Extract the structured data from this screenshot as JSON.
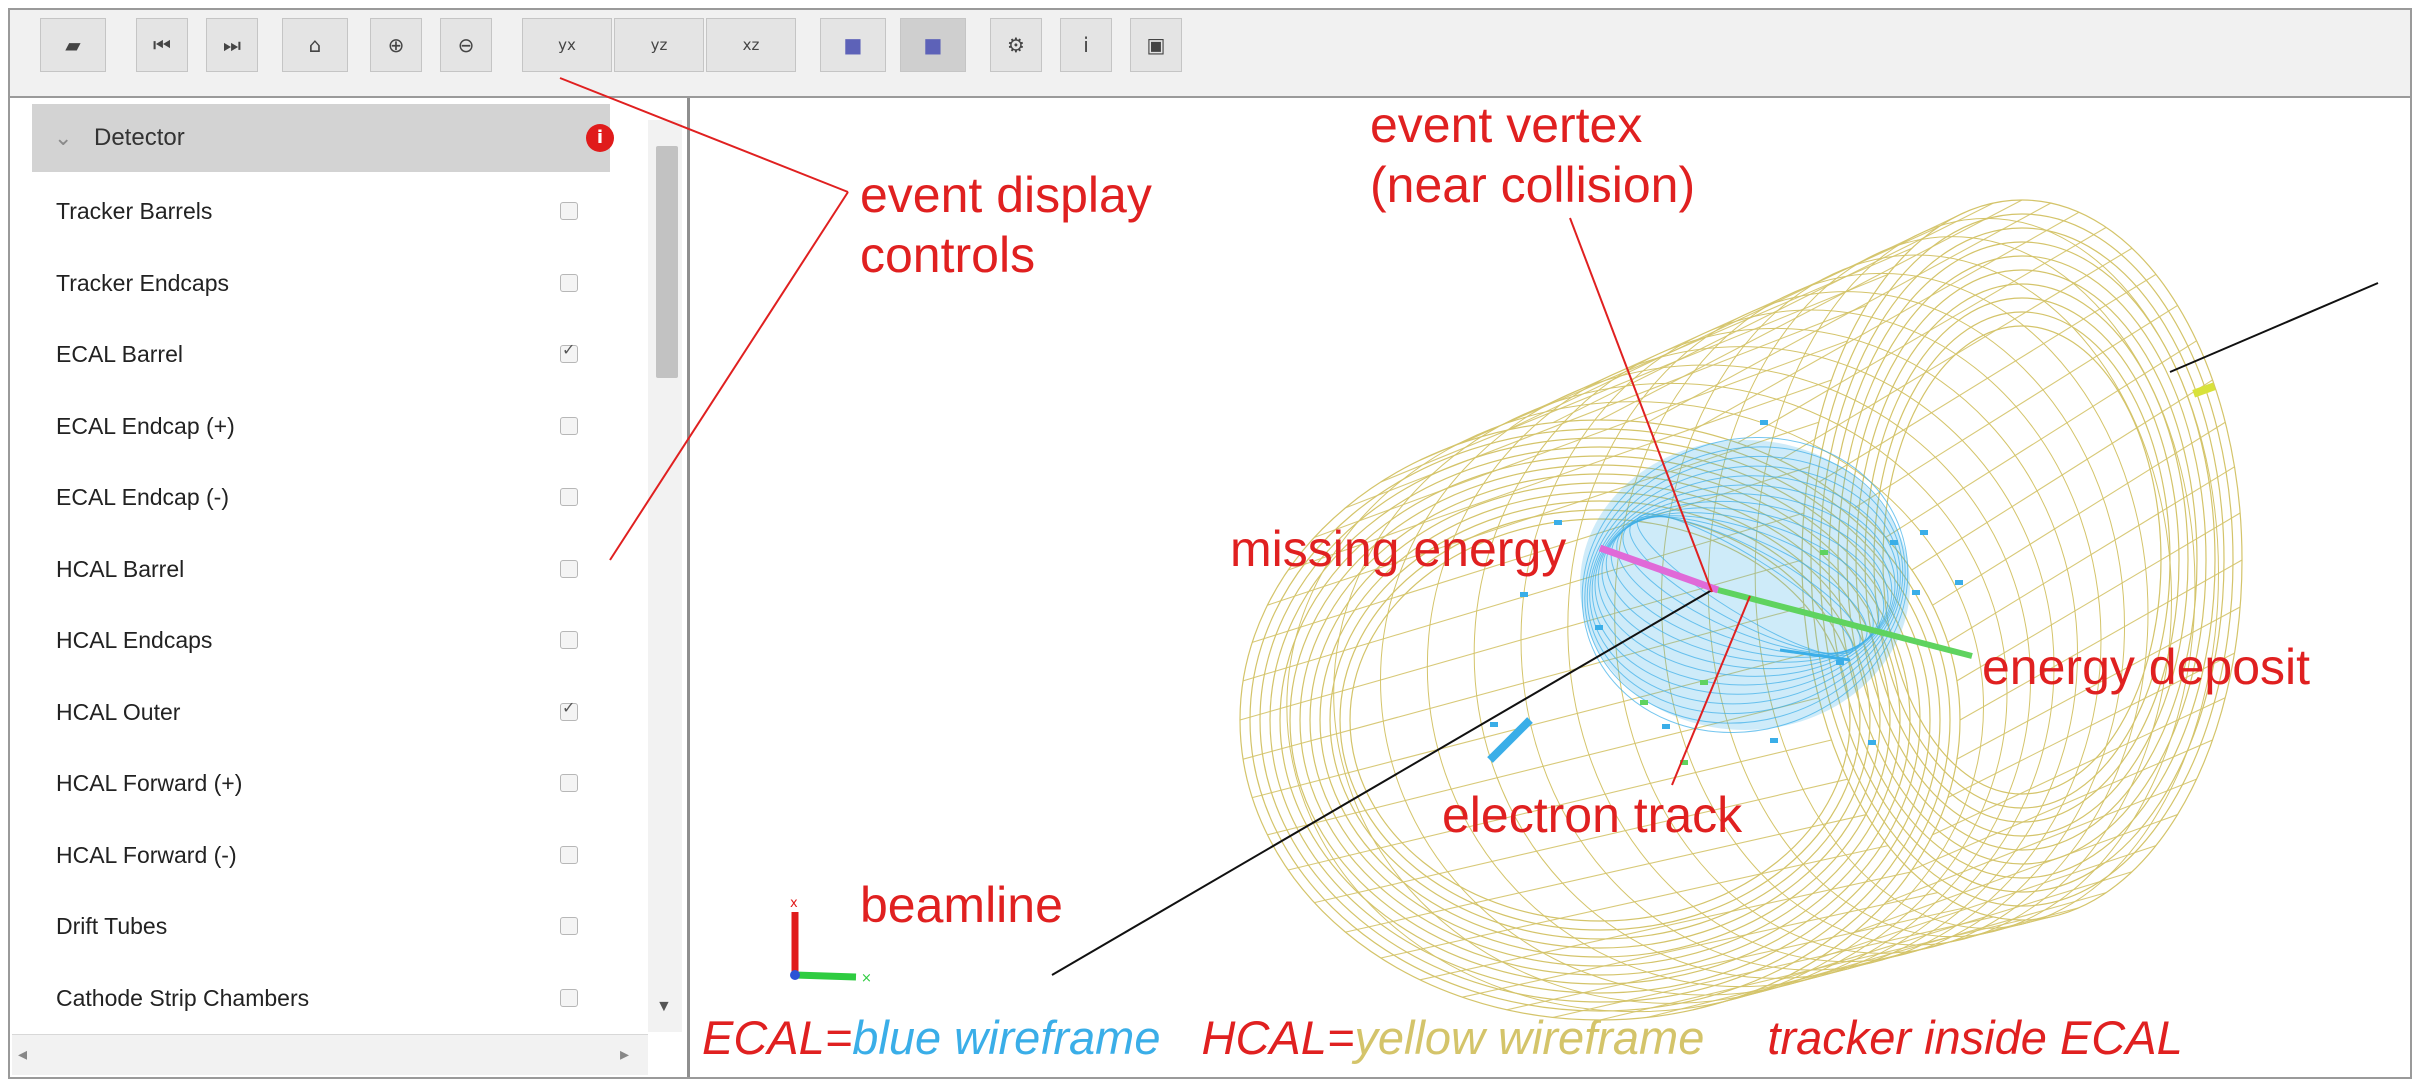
{
  "colors": {
    "annotation": "#e02020",
    "ecal": "#3aaee8",
    "hcal": "#d4c46a",
    "tracks": "#5fd35f",
    "missing_energy": "#e06ad8",
    "warning": "#e01b1b"
  },
  "toolbar": {
    "buttons": [
      {
        "name": "open-file-button",
        "icon": "folder-open-icon",
        "glyph": "▰"
      },
      {
        "name": "previous-event-button",
        "icon": "step-backward-icon",
        "glyph": "⏮"
      },
      {
        "name": "next-event-button",
        "icon": "step-forward-icon",
        "glyph": "⏭"
      },
      {
        "name": "home-view-button",
        "icon": "home-icon",
        "glyph": "⌂"
      },
      {
        "name": "zoom-in-button",
        "icon": "zoom-in-icon",
        "glyph": "⊕"
      },
      {
        "name": "zoom-out-button",
        "icon": "zoom-out-icon",
        "glyph": "⊖"
      },
      {
        "name": "view-3d-axes-button",
        "icon": "axes-3d-icon",
        "glyph": "yx"
      },
      {
        "name": "view-rz-button",
        "icon": "axes-rz-icon",
        "glyph": "yz"
      },
      {
        "name": "view-rphi-button",
        "icon": "axes-rphi-icon",
        "glyph": "xz"
      },
      {
        "name": "perspective-button",
        "icon": "perspective-cube-icon",
        "glyph": "■"
      },
      {
        "name": "orthographic-button",
        "icon": "orthographic-cube-icon",
        "glyph": "■"
      },
      {
        "name": "settings-button",
        "icon": "gear-icon",
        "glyph": "⚙"
      },
      {
        "name": "info-button",
        "icon": "info-icon",
        "glyph": "i"
      },
      {
        "name": "export-image-button",
        "icon": "image-export-icon",
        "glyph": "▣"
      }
    ]
  },
  "sidebar": {
    "header": {
      "label": "Detector",
      "badge": "i"
    },
    "items": [
      {
        "label": "Tracker Barrels",
        "checked": false
      },
      {
        "label": "Tracker Endcaps",
        "checked": false
      },
      {
        "label": "ECAL Barrel",
        "checked": true
      },
      {
        "label": "ECAL Endcap (+)",
        "checked": false
      },
      {
        "label": "ECAL Endcap (-)",
        "checked": false
      },
      {
        "label": "HCAL Barrel",
        "checked": false
      },
      {
        "label": "HCAL Endcaps",
        "checked": false
      },
      {
        "label": "HCAL Outer",
        "checked": true
      },
      {
        "label": "HCAL Forward (+)",
        "checked": false
      },
      {
        "label": "HCAL Forward (-)",
        "checked": false
      },
      {
        "label": "Drift Tubes",
        "checked": false
      },
      {
        "label": "Cathode Strip Chambers",
        "checked": false
      }
    ]
  },
  "annotations": {
    "controls_line1": "event display",
    "controls_line2": "controls",
    "vertex_line1": "event vertex",
    "vertex_line2": "(near collision)",
    "missing_energy": "missing energy",
    "energy_deposit": "energy deposit",
    "electron_track": "electron track",
    "beamline": "beamline"
  },
  "legend": {
    "ecal_prefix": "ECAL=",
    "ecal_desc": "blue wireframe",
    "hcal_prefix": "HCAL=",
    "hcal_desc": "yellow wireframe",
    "tracker": "tracker inside ECAL"
  },
  "axes": {
    "x_label": "x"
  }
}
